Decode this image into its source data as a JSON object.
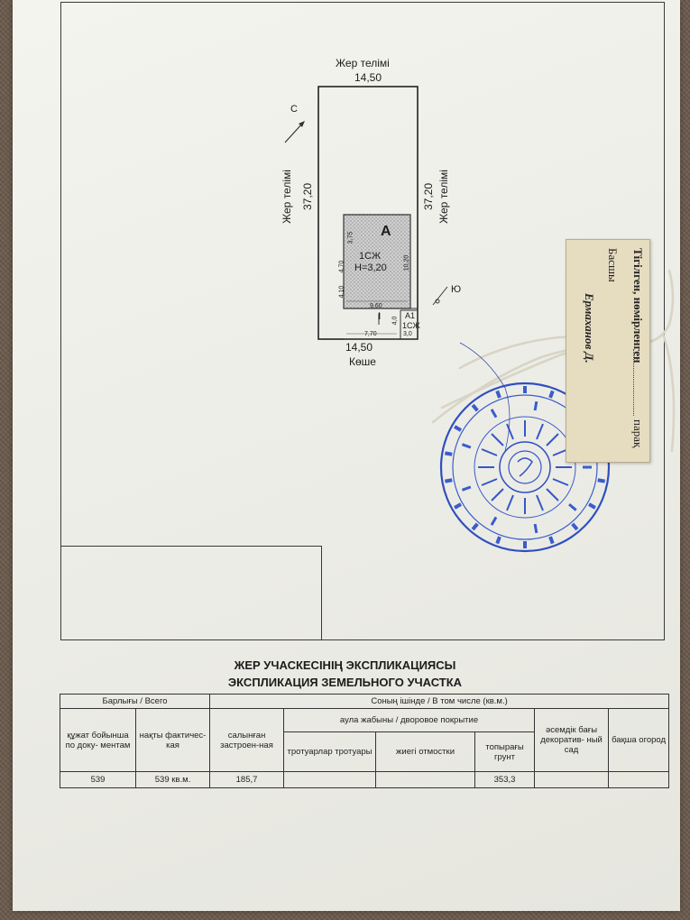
{
  "plan": {
    "top_neighbor": "Жер телімі",
    "top_width": "14,50",
    "left_neighbor": "Жер телімі",
    "left_length": "37,20",
    "right_length": "37,20",
    "right_neighbor": "Жер телімі",
    "bottom_width": "14,50",
    "street": "Көше",
    "north_marker": "С",
    "south_marker": "Ю",
    "building_letter": "А",
    "building_use": "1СЖ",
    "building_height": "Н=3,20",
    "dim_left_top": "4,70",
    "dim_left_bottom": "4,10",
    "dim_top_small": "3,75",
    "dim_right": "10,20",
    "dim_inner_width": "9,60",
    "dim_bottom_left": "7,70",
    "dim_bottom_right": "3,0",
    "dim_small_v": "4,0",
    "annex_roman": "I",
    "annex_letter": "А1",
    "annex_use": "1СЖ"
  },
  "note": {
    "line1": "Тігілген, нөмірленген",
    "line1_suffix": "парақ",
    "line2": "Басшы",
    "line3": "Ермаханов Д."
  },
  "explication": {
    "title_kz": "ЖЕР УЧАСКЕСІНІҢ ЭКСПЛИКАЦИЯСЫ",
    "title_ru": "ЭКСПЛИКАЦИЯ ЗЕМЕЛЬНОГО УЧАСТКА",
    "h_total": "Барлығы / Всего",
    "h_including": "Соның ішінде / В том числе (кв.м.)",
    "h_by_docs": "құжат бойынша по доку- ментам",
    "h_actual": "нақты фактичес-кая",
    "h_built": "салынған застроен-ная",
    "h_yard": "аула жабыны / дворовое покрытие",
    "h_orchard": "әсемдік бағы декоратив- ный сад",
    "h_garden": "бақша огород",
    "h_sidewalk": "тротуарлар тротуары",
    "h_blind": "жиегі отмостки",
    "h_soil": "топырағы грунт",
    "v_by_docs": "539",
    "v_actual": "539 кв.м.",
    "v_built": "185,7",
    "v_sidewalk": "",
    "v_blind": "",
    "v_soil": "353,3",
    "v_orchard": "",
    "v_garden": ""
  }
}
